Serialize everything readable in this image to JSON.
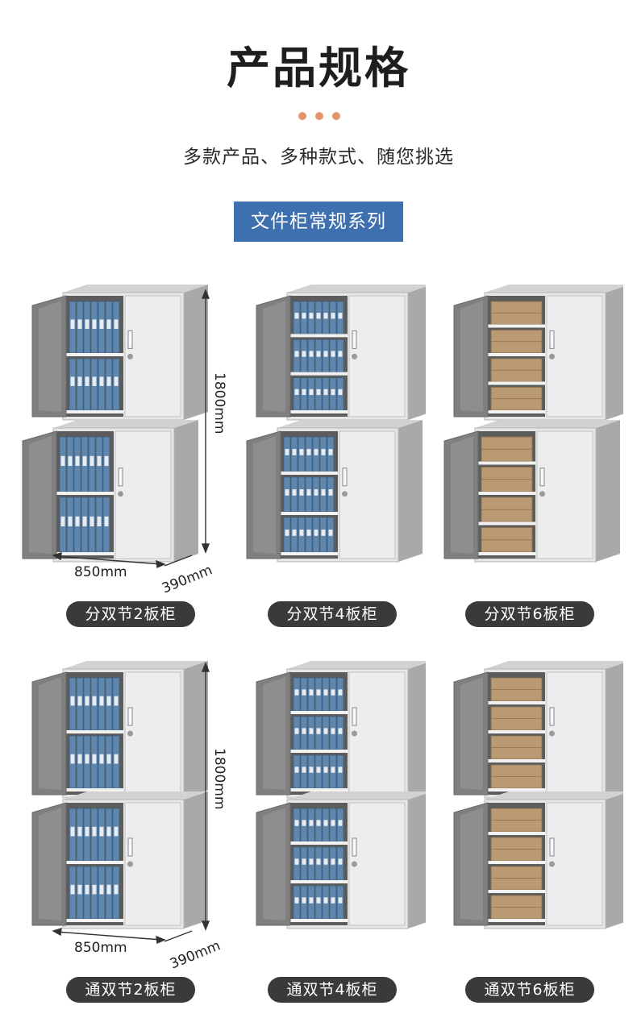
{
  "header": {
    "title": "产品规格",
    "subtitle": "多款产品、多种款式、随您挑选",
    "series_label": "文件柜常规系列"
  },
  "colors": {
    "accent_dots": "#e3956a",
    "badge_blue": "#3e6fae",
    "label_pill": "#3a3a3a",
    "cabinet_body": "#e6e6e6",
    "cabinet_door_inner": "#7f7f7f",
    "binder_blue": "#5f86ad",
    "archive_box": "#b99a73"
  },
  "dimensions": {
    "height": "1800mm",
    "width": "850mm",
    "depth": "390mm"
  },
  "products": [
    {
      "label": "分双节2板柜"
    },
    {
      "label": "分双节4板柜"
    },
    {
      "label": "分双节6板柜"
    },
    {
      "label": "通双节2板柜"
    },
    {
      "label": "通双节4板柜"
    },
    {
      "label": "通双节6板柜"
    }
  ]
}
